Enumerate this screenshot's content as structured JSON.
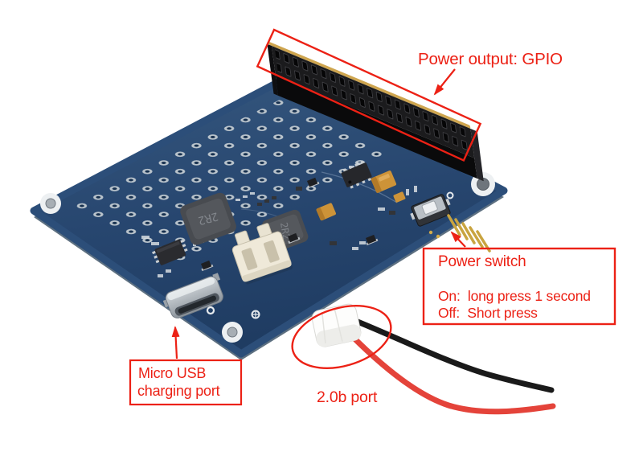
{
  "scene": {
    "type": "annotated-product-photo",
    "subject": "Blue UPS power HAT circuit board with GPIO header, battery connector cable and red callout annotations"
  },
  "colors": {
    "background": "#ffffff",
    "annotation_red": "#ec2115",
    "pcb_blue": "#2c4e79",
    "pcb_edge_gray": "#5d7081",
    "gpio_header_black": "#141416",
    "wire_red": "#e4433a",
    "wire_black": "#1a1a1a",
    "gold_pins": "#c9a440",
    "connector_white": "#fdfdfc"
  },
  "annotations": {
    "gpio": {
      "label": "Power output: GPIO"
    },
    "power_switch": {
      "title": "Power switch",
      "on_line": "On:  long press 1 second",
      "off_line": "Off:  Short press"
    },
    "micro_usb": {
      "line1": "Micro USB",
      "line2": "charging port"
    },
    "battery_port": {
      "label": "2.0b port"
    }
  },
  "board": {
    "inductor_label": "2R2"
  }
}
